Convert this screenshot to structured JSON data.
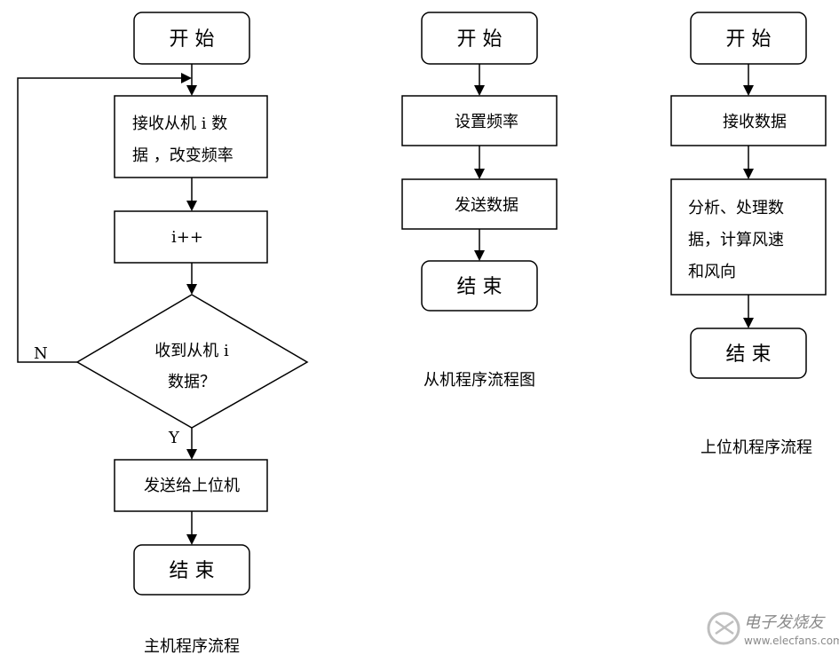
{
  "main_flow": {
    "start": "开 始",
    "receive_line1": "接收从机 i 数",
    "receive_line2": "据 ，改变频率",
    "increment": "i++",
    "decision_line1": "收到从机 i",
    "decision_line2": "数据？",
    "no_label": "N",
    "yes_label": "Y",
    "send": "发送给上位机",
    "end": "结 束",
    "caption": "主机程序流程"
  },
  "slave_flow": {
    "start": "开 始",
    "set_freq": "设置频率",
    "send_data": "发送数据",
    "end": "结 束",
    "caption": "从机程序流程图"
  },
  "host_flow": {
    "start": "开 始",
    "receive": "接收数据",
    "process_line1": "分析、处理数",
    "process_line2": "据，计算风速",
    "process_line3": "和风向",
    "end": "结 束",
    "caption": "上位机程序流程"
  },
  "watermark": {
    "brand": "电子发烧友",
    "url": "www.elecfans.com"
  }
}
